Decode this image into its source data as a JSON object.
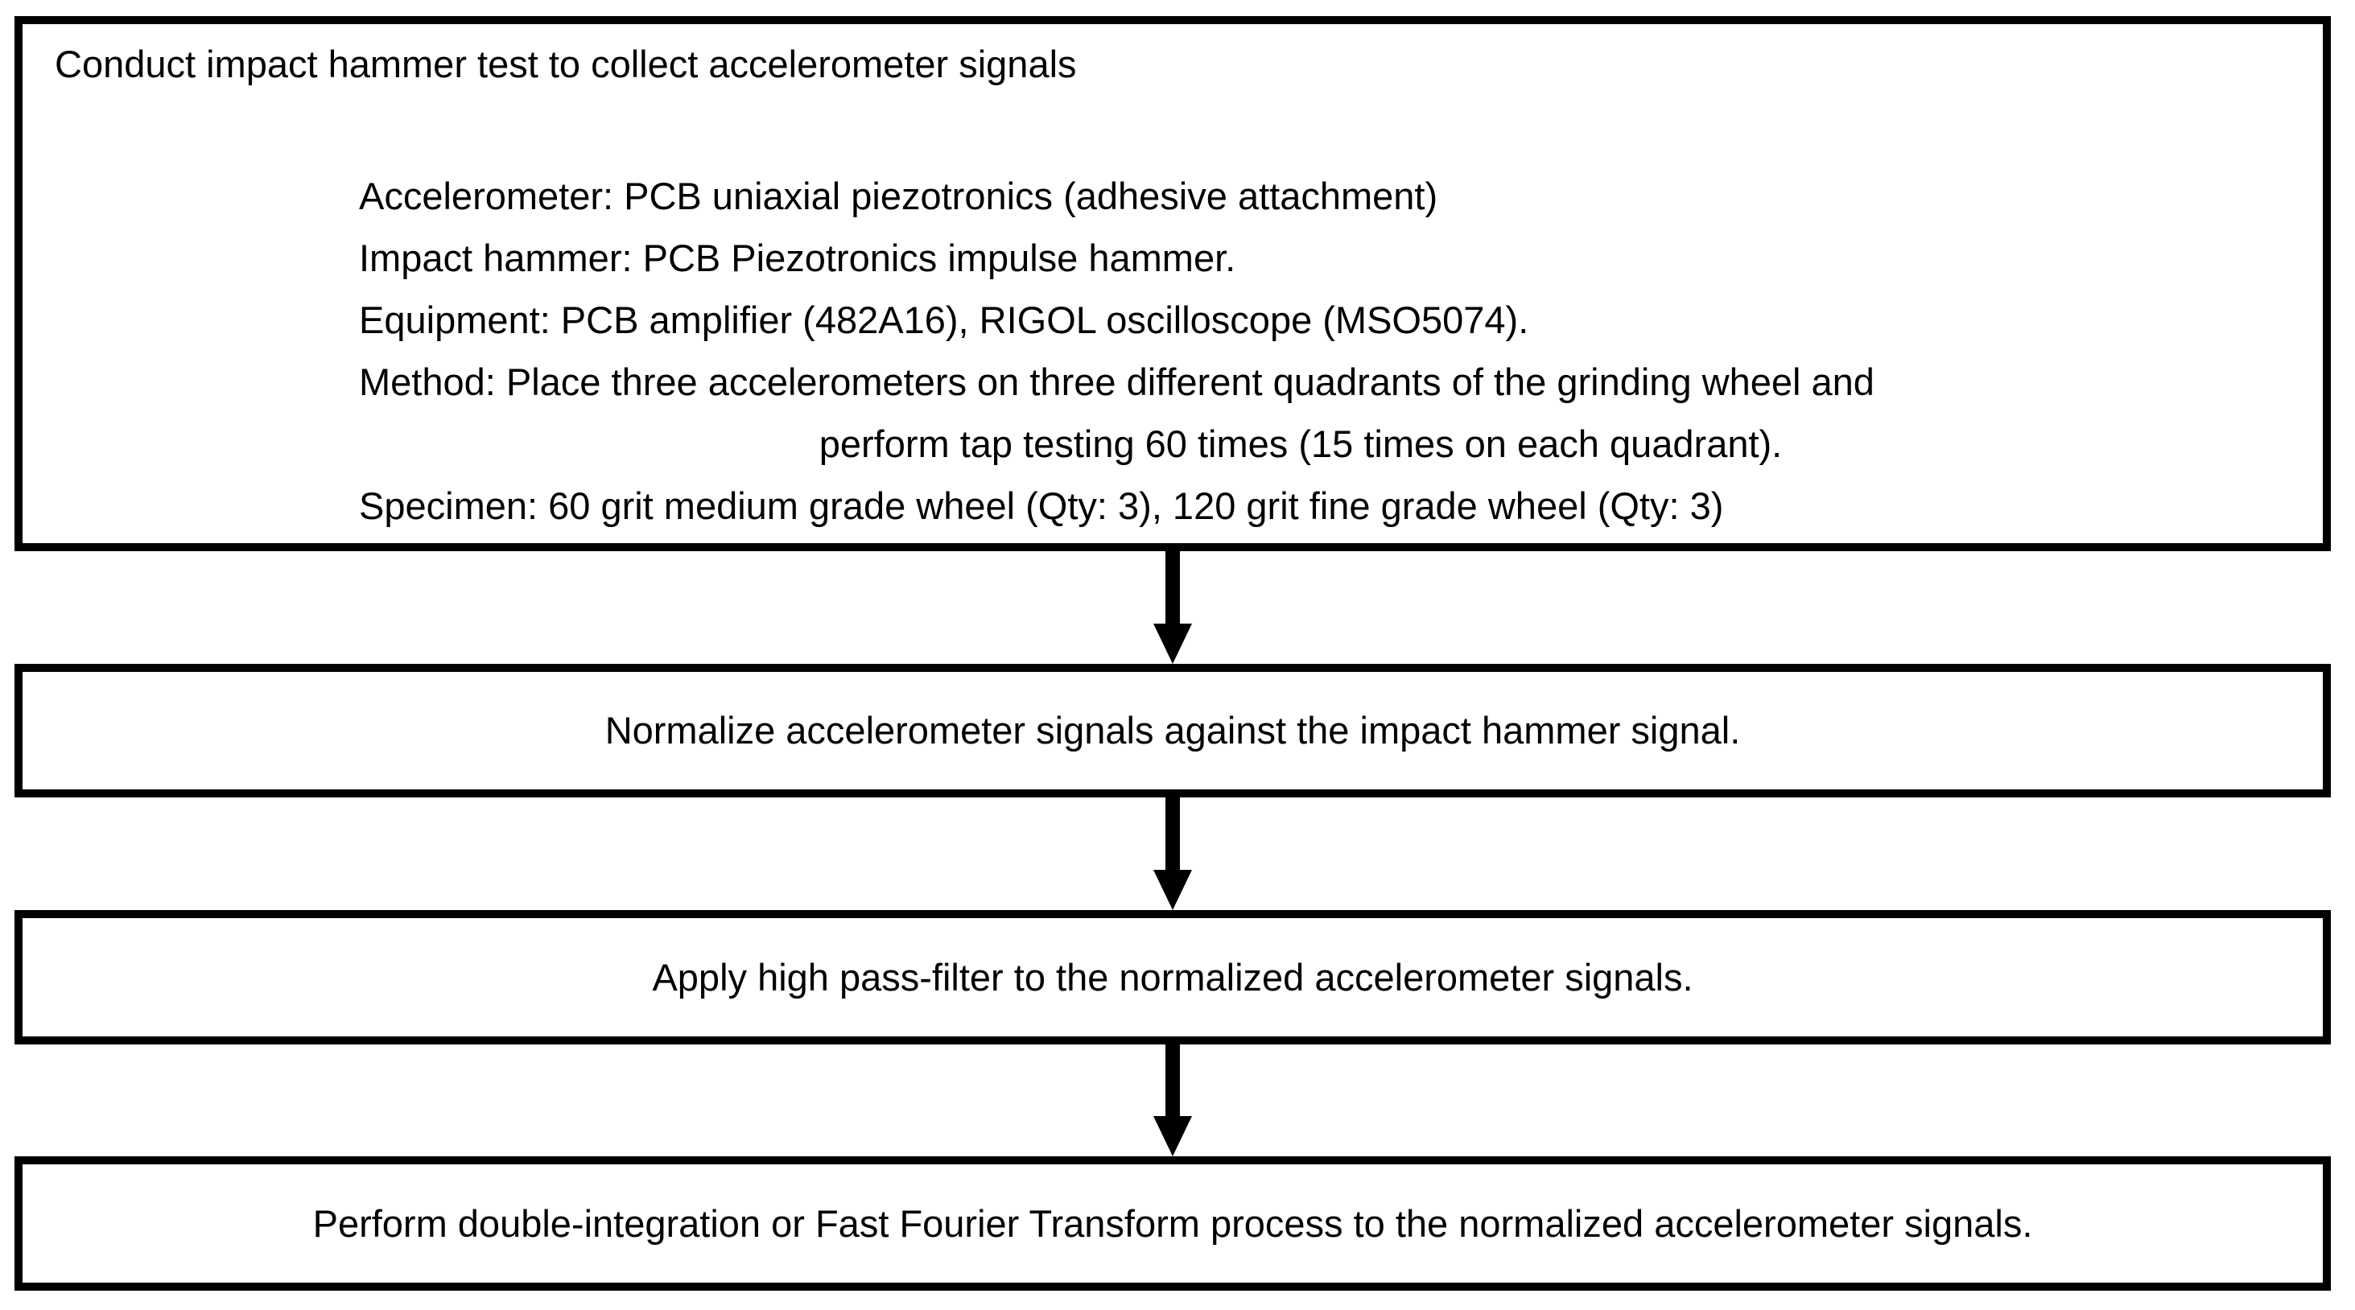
{
  "diagram": {
    "type": "flowchart",
    "orientation": "vertical",
    "colors": {
      "box_border": "#000000",
      "box_fill": "#ffffff",
      "arrow": "#000000",
      "text": "#000000"
    },
    "steps": [
      {
        "id": "step-1",
        "heading": "Conduct impact hammer test to collect accelerometer signals",
        "details": [
          "Accelerometer: PCB uniaxial piezotronics (adhesive attachment)",
          "Impact hammer: PCB Piezotronics impulse hammer.",
          "Equipment: PCB amplifier (482A16), RIGOL oscilloscope (MSO5074).",
          "Method: Place three accelerometers on three different quadrants of the grinding wheel and perform tap testing 60 times (15 times on each quadrant).",
          "Specimen: 60 grit medium grade wheel (Qty: 3), 120 grit fine grade wheel (Qty: 3)"
        ],
        "detail_parts": {
          "accelerometer": "Accelerometer: PCB uniaxial piezotronics (adhesive attachment)",
          "impact_hammer": "Impact hammer: PCB Piezotronics impulse hammer.",
          "equipment": "Equipment: PCB amplifier (482A16), RIGOL oscilloscope (MSO5074).",
          "method_line_1": "Method: Place three accelerometers on three different quadrants of the grinding wheel and",
          "method_line_2": "perform tap testing 60 times (15 times on each quadrant).",
          "specimen": "Specimen: 60 grit medium grade wheel (Qty: 3), 120 grit fine grade wheel (Qty: 3)"
        }
      },
      {
        "id": "step-2",
        "text": "Normalize accelerometer signals against the impact hammer signal."
      },
      {
        "id": "step-3",
        "text": "Apply high pass-filter to the normalized accelerometer signals."
      },
      {
        "id": "step-4",
        "text": "Perform double-integration or Fast Fourier Transform process to the normalized accelerometer signals."
      }
    ],
    "connectors": [
      {
        "id": "connector-1-2",
        "from": "step-1",
        "to": "step-2",
        "icon": "down-arrow-icon"
      },
      {
        "id": "connector-2-3",
        "from": "step-2",
        "to": "step-3",
        "icon": "down-arrow-icon"
      },
      {
        "id": "connector-3-4",
        "from": "step-3",
        "to": "step-4",
        "icon": "down-arrow-icon"
      }
    ]
  }
}
